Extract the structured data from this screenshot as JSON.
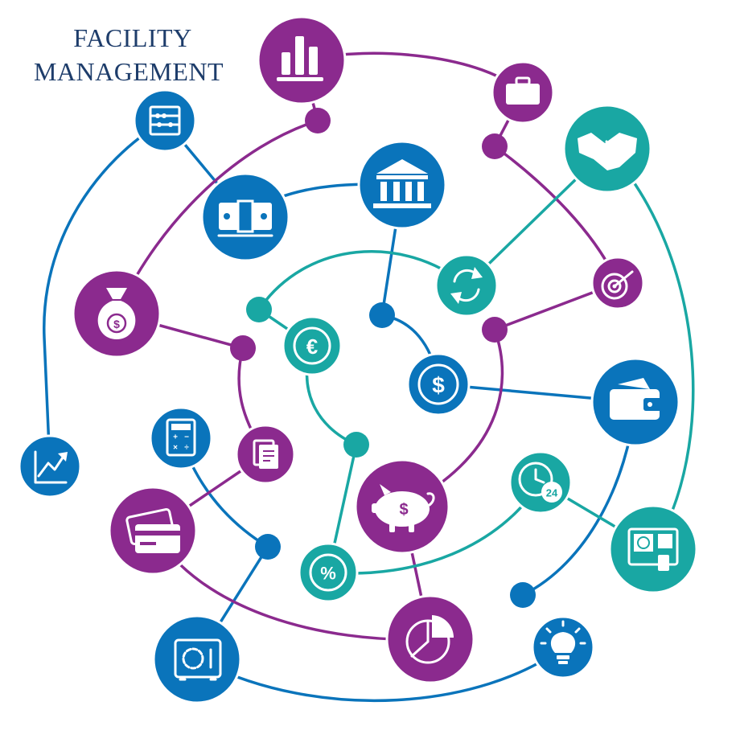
{
  "title": {
    "line1": "FACILITY",
    "line2": "MANAGEMENT"
  },
  "colors": {
    "purple": "#8b2a8e",
    "blue": "#0a74bb",
    "teal": "#19a7a3",
    "title": "#1e3d6b"
  },
  "icons": {
    "euro_symbol": "€",
    "dollar_symbol": "$",
    "percent_symbol": "%",
    "clock_24_label": "24"
  }
}
